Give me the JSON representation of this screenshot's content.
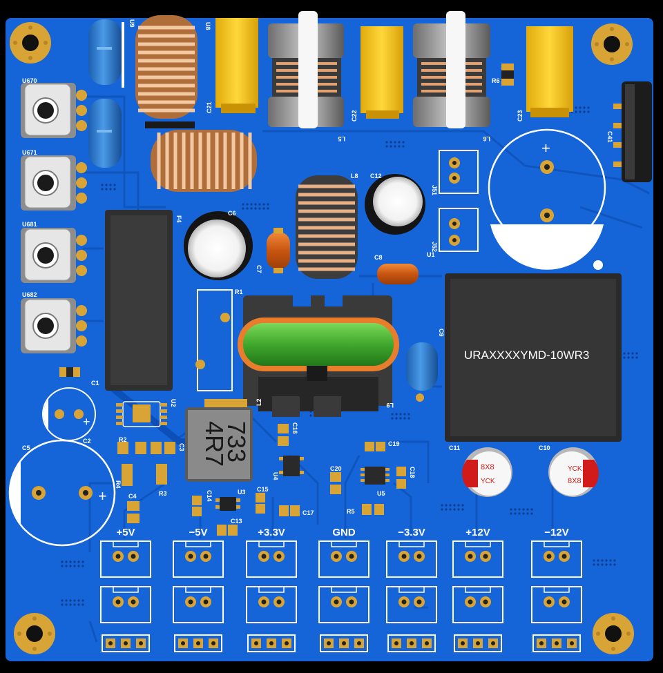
{
  "board": {
    "module_marking": "URAXXXXYMD-10WR3",
    "inductor_marking_line1": "4R7",
    "inductor_marking_line2": "733",
    "cap_brand": "YCK",
    "cap_value": "8X8",
    "colors": {
      "board": "#1565d8",
      "board_dark": "#0d4fb8",
      "trace": "#0f58c4",
      "silk": "#ffffff",
      "pad": "#d8a436",
      "yellow_cap": "#f5c518",
      "blue_cap": "#2a7fd4",
      "orange_cap": "#d9661a",
      "coil": "#e0a070",
      "module": "#2f2f2f",
      "green_choke": "#3fa82c"
    }
  },
  "rails": [
    "+5V",
    "−5V",
    "+3.3V",
    "GND",
    "−3.3V",
    "+12V",
    "−12V"
  ],
  "designators": {
    "U9": "U9",
    "U8": "U8",
    "U670": "U670",
    "U671": "U671",
    "U681": "U681",
    "U682": "U682",
    "C21": "C21",
    "C22": "C22",
    "C23": "C23",
    "L5": "L5",
    "L6": "L6",
    "R6": "R6",
    "C41": "C41",
    "L8": "L8",
    "C12": "C12",
    "J51": "J51",
    "J52": "J52",
    "U1": "U1",
    "F4": "F4",
    "C6": "C6",
    "C7": "C7",
    "C8": "C8",
    "R1": "R1",
    "L2": "L2",
    "L9": "L9",
    "C9": "C9",
    "C1": "C1",
    "U2": "U2",
    "C2": "C2",
    "R2": "R2",
    "C3": "C3",
    "C5": "C5",
    "R4": "R4",
    "R3": "R3",
    "C4": "C4",
    "C16": "C16",
    "U4": "U4",
    "C14": "C14",
    "U3": "U3",
    "C15": "C15",
    "C13": "C13",
    "C17": "C17",
    "C19": "C19",
    "C20": "C20",
    "C18": "C18",
    "U5": "U5",
    "R5": "R5",
    "C11": "C11",
    "C10": "C10"
  }
}
